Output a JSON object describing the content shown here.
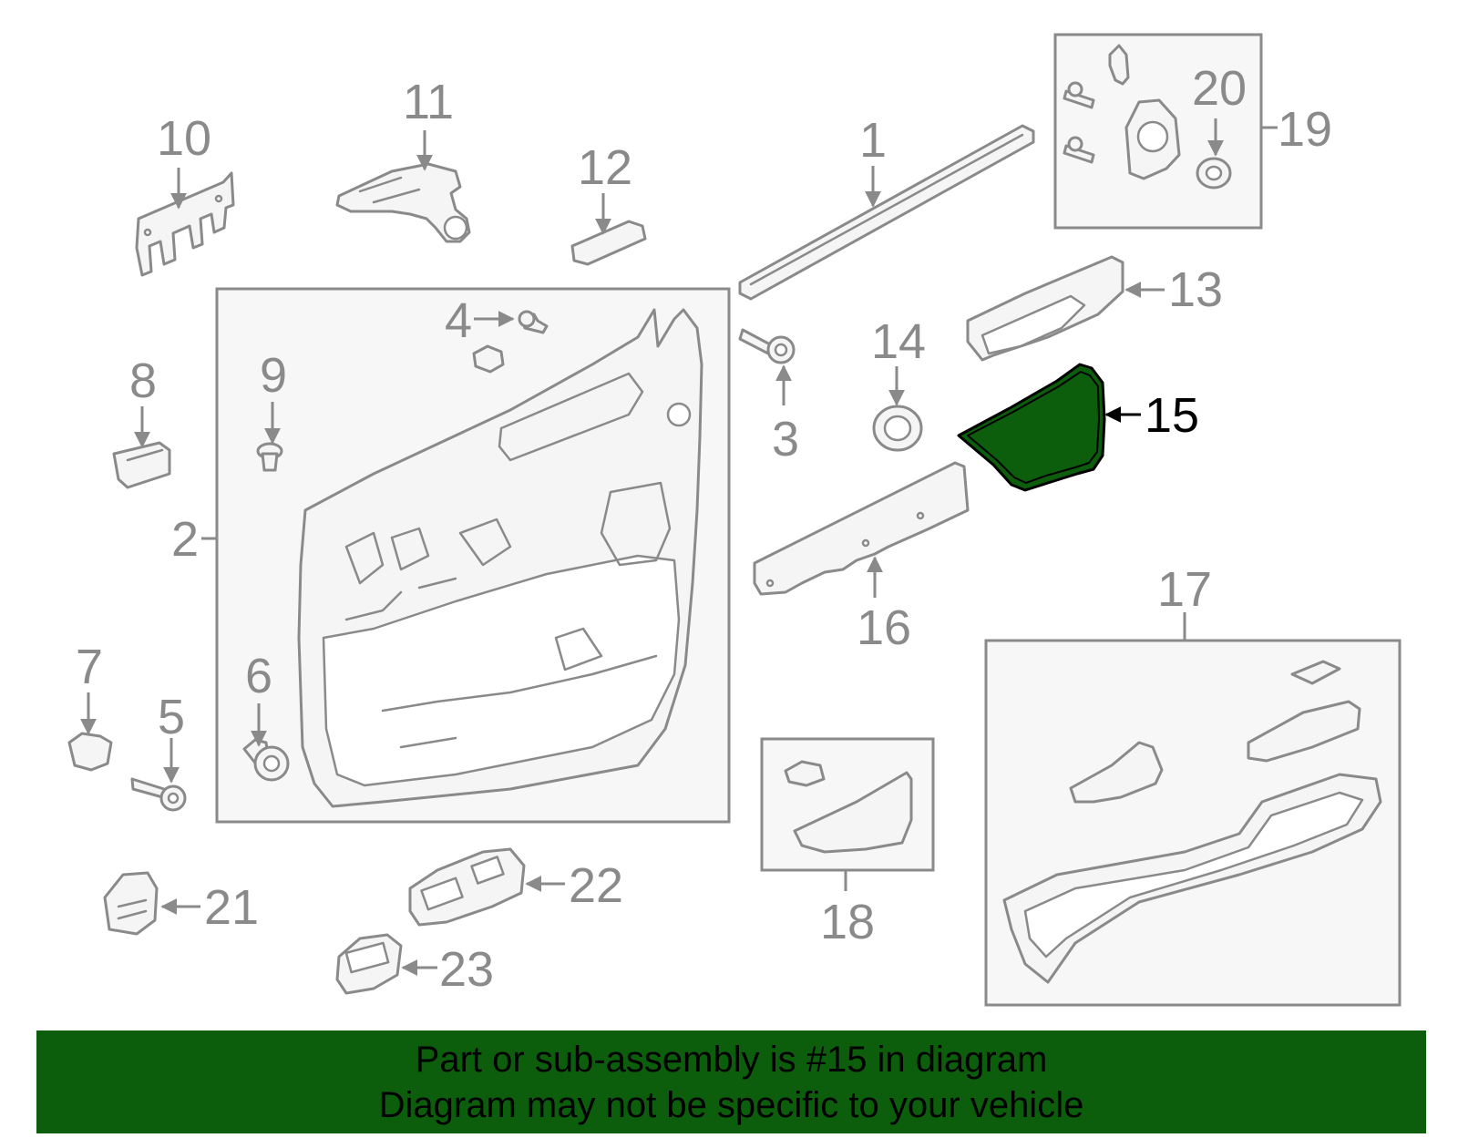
{
  "callouts": {
    "c1": "1",
    "c2": "2",
    "c3": "3",
    "c4": "4",
    "c5": "5",
    "c6": "6",
    "c7": "7",
    "c8": "8",
    "c9": "9",
    "c10": "10",
    "c11": "11",
    "c12": "12",
    "c13": "13",
    "c14": "14",
    "c15": "15",
    "c16": "16",
    "c17": "17",
    "c18": "18",
    "c19": "19",
    "c20": "20",
    "c21": "21",
    "c22": "22",
    "c23": "23"
  },
  "highlight": {
    "part": "15",
    "color": "#0c5e0c"
  },
  "banner": {
    "line1": "Part or sub-assembly is #15 in diagram",
    "line2": "Diagram may not be specific to your vehicle",
    "background": "#0c5e0c"
  },
  "colors": {
    "line": "#8a8a8a",
    "highlight_outline": "#000000"
  }
}
